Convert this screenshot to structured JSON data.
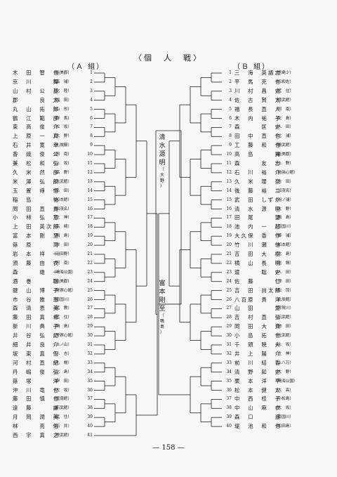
{
  "title": "〈個　人　戦〉",
  "group_a": "（Ａ 組）",
  "group_b": "（Ｂ 組）",
  "page_number": "— 158 —",
  "winner": {
    "name": [
      "清",
      "水",
      "源",
      "明"
    ],
    "team": [
      "（",
      "大",
      "野",
      "）"
    ]
  },
  "runner_up": {
    "name": [
      "富",
      "本",
      "剛",
      "至"
    ],
    "team": [
      "（",
      "鴨",
      "島",
      "）"
    ]
  },
  "left": [
    {
      "no": "1",
      "name": "木　田　智　也",
      "team": "（能美郡）"
    },
    {
      "no": "2",
      "name": "京　川　　　舞",
      "team": "（高　浦）"
    },
    {
      "no": "3",
      "name": "山　村　公　基",
      "team": "（北　陸）"
    },
    {
      "no": "4",
      "name": "郡　　　良　太",
      "team": "（福　田）"
    },
    {
      "no": "5",
      "name": "丸　山　拓　郎",
      "team": "（山　形）"
    },
    {
      "no": "6",
      "name": "鶴　江　範　彦",
      "team": "（群　馬）"
    },
    {
      "no": "7",
      "name": "東　高　俊　介",
      "team": "（松　坂）"
    },
    {
      "no": "8",
      "name": "上　原　一　真",
      "team": "（大　野）"
    },
    {
      "no": "9",
      "name": "石　井　寛　幸",
      "team": "（札幌藤）"
    },
    {
      "no": "10",
      "name": "香　焼　俊　公",
      "team": "（阿　南）"
    },
    {
      "no": "11",
      "name": "兼　松　和　弘",
      "team": "（上　坂）"
    },
    {
      "no": "12",
      "name": "久　米　然　彦",
      "team": "（高　野）"
    },
    {
      "no": "13",
      "name": "米　澤　弘　朗",
      "team": "（光武館）"
    },
    {
      "no": "14",
      "name": "玉　置　崢　悟",
      "team": "（名　田）"
    },
    {
      "no": "15",
      "name": "稲　島　　　祐",
      "team": "（知本館）"
    },
    {
      "no": "16",
      "name": "岡　田　直　貴",
      "team": "（加茂名）"
    },
    {
      "no": "17",
      "name": "小　林　弘　意",
      "team": "（立　神）"
    },
    {
      "no": "18",
      "name": "上　田　英次郎",
      "team": "（高　崎）"
    },
    {
      "no": "19",
      "name": "富　本　剛　至",
      "team": "（鴨　島）"
    },
    {
      "no": "20",
      "name": "篠　原　　　司",
      "team": "（岸　田）"
    },
    {
      "no": "21",
      "name": "岩　本　祥　一",
      "team": "（羽田野）"
    },
    {
      "no": "22",
      "name": "須　藤　由　衣",
      "team": "（阿　南）"
    },
    {
      "no": "23",
      "name": "森　　　雄　一",
      "team": "（鳴海公園）"
    },
    {
      "no": "24",
      "name": "酒　巻　　　聡",
      "team": "（能美郡）"
    },
    {
      "no": "25",
      "name": "鍵　山　博　子",
      "team": "（警察心館）"
    },
    {
      "no": "26",
      "name": "市　谷　雅　恵",
      "team": "（南国川）"
    },
    {
      "no": "27",
      "name": "森　清　恵　美",
      "team": "（藍　教）"
    },
    {
      "no": "28",
      "name": "藤　田　真　希",
      "team": "（藍　住）"
    },
    {
      "no": "29",
      "name": "新　川　典　子",
      "team": "（鳴　島）"
    },
    {
      "no": "30",
      "name": "井　谷　弘　記",
      "team": "（警察心館）"
    },
    {
      "no": "31",
      "name": "細　井　良　介",
      "team": "（上ノ山）"
    },
    {
      "no": "32",
      "name": "坂　東　真　伍",
      "team": "（人　吉）"
    },
    {
      "no": "33",
      "name": "河　村　直　紀",
      "team": "（札　幌）"
    },
    {
      "no": "34",
      "name": "丹　嶋　俊　弘",
      "team": "（北　島）"
    },
    {
      "no": "35",
      "name": "篠　塚　　　洋",
      "team": "（伊　田）"
    },
    {
      "no": "36",
      "name": "沖　川　竜　也",
      "team": "（大　坂）"
    },
    {
      "no": "37",
      "name": "藤　田　慎　也",
      "team": "（寛徳館）"
    },
    {
      "no": "38",
      "name": "遠　藤　　　謙",
      "team": "（石武館）"
    },
    {
      "no": "39",
      "name": "月　岡　潤　美",
      "team": "（藍　住）"
    },
    {
      "no": "40",
      "name": "林　　　亮　佑",
      "team": "（石　井）"
    },
    {
      "no": "41",
      "name": "西　宇　真　之",
      "team": "（鹿武館）"
    }
  ],
  "right": [
    {
      "no": "1",
      "name": "三　海　英語志",
      "team": "（居島少）"
    },
    {
      "no": "2",
      "name": "平　馬　克　也",
      "team": "（日和佐）"
    },
    {
      "no": "3",
      "name": "川　村　昌　史",
      "team": "（藍　住）"
    },
    {
      "no": "4",
      "name": "佐　古　賢　太",
      "team": "（徳武館）"
    },
    {
      "no": "5",
      "name": "福　長　直　人",
      "team": "（阿　南）"
    },
    {
      "no": "6",
      "name": "木　内　祐　子",
      "team": "（北　島）"
    },
    {
      "no": "7",
      "name": "森　　　匡　史",
      "team": "（人　田）"
    },
    {
      "no": "8",
      "name": "田　中　直　也",
      "team": "（北　浦）"
    },
    {
      "no": "9",
      "name": "工　藤　和　也",
      "team": "（鶴武館）"
    },
    {
      "no": "10",
      "name": "高　島　　　翼",
      "team": "（能美郡）"
    },
    {
      "no": "11",
      "name": "森　　　友　志",
      "team": "（上　野）"
    },
    {
      "no": "12",
      "name": "石　川　裕　介",
      "team": "（勉強心館）"
    },
    {
      "no": "13",
      "name": "久　米　瓔　奈",
      "team": "（吉　田）"
    },
    {
      "no": "14",
      "name": "後　藤　裕　二",
      "team": "（加茂名）"
    },
    {
      "no": "15",
      "name": "武　田　しずか",
      "team": "（羽ノ浦）"
    },
    {
      "no": "16",
      "name": "清　水　源　明",
      "team": "（大　野）"
    },
    {
      "no": "17",
      "name": "田　尾　　　望",
      "team": "（鴨　島）"
    },
    {
      "no": "18",
      "name": "池　内　一　起",
      "team": "（南国川）"
    },
    {
      "no": "19",
      "name": "大久保　香　作",
      "team": "（藤　浦）"
    },
    {
      "no": "20",
      "name": "竹　川　瀬　信",
      "team": "（知本館）"
    },
    {
      "no": "21",
      "name": "吉　田　大　樹",
      "team": "（北　島）"
    },
    {
      "no": "22",
      "name": "横　山　長　明",
      "team": "（岩　鍋）"
    },
    {
      "no": "23",
      "name": "渡　　　聡　史",
      "team": "（人　田）"
    },
    {
      "no": "24",
      "name": "佐　藤　　　仁",
      "team": "（津　田）"
    },
    {
      "no": "25",
      "name": "吉　田　尚太郎",
      "team": "（松　茂）"
    },
    {
      "no": "26",
      "name": "八百原　貴　洋",
      "team": "（北辰館）"
    },
    {
      "no": "27",
      "name": "山　田　　　愛",
      "team": "（那賀川）"
    },
    {
      "no": "28",
      "name": "吉　村　直　弘",
      "team": "（石武館）"
    },
    {
      "no": "29",
      "name": "岡　田　大　資",
      "team": "（池　田）"
    },
    {
      "no": "30",
      "name": "小　島　拓　也",
      "team": "（光武館）"
    },
    {
      "no": "31",
      "name": "千　頭　暁　夫",
      "team": "（上　坂）"
    },
    {
      "no": "32",
      "name": "井　上　陽　介",
      "team": "（立　神）"
    },
    {
      "no": "33",
      "name": "前　川　結　香",
      "team": "（上八万）"
    },
    {
      "no": "34",
      "name": "清　野　知　史",
      "team": "（大　野）"
    },
    {
      "no": "35",
      "name": "栗　本　洋　平",
      "team": "（鳴海公園）"
    },
    {
      "no": "36",
      "name": "松　本　健　太",
      "team": "（大　高）"
    },
    {
      "no": "37",
      "name": "中　西　桂　子",
      "team": "（小松島）"
    },
    {
      "no": "38",
      "name": "中　山　麻　衣",
      "team": "（大　坂）"
    },
    {
      "no": "39",
      "name": "森　口　　　遥",
      "team": "（南国川）"
    },
    {
      "no": "40",
      "name": "堤　池　和　也",
      "team": "（和田島）"
    }
  ]
}
